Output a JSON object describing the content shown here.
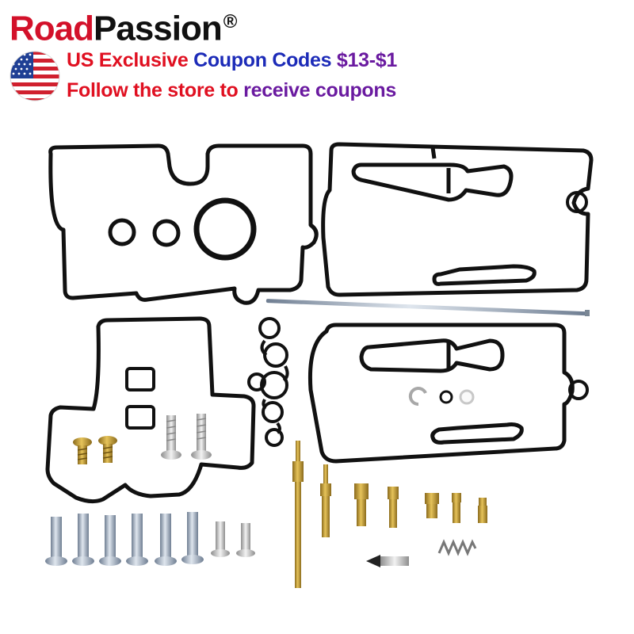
{
  "brand": {
    "name_part1": "Road",
    "name_part2": "Passion",
    "registered": "®"
  },
  "promo": {
    "line1": {
      "part1": "US Exclusive ",
      "part2": "Coupon Codes ",
      "part3": "$13-$1"
    },
    "line2": {
      "part1": "Follow the store to ",
      "part2": "receive coupons"
    }
  },
  "colors": {
    "brand_red": "#d3112a",
    "promo_red": "#e01021",
    "promo_blue": "#1c2bb8",
    "promo_purple": "#6a1aa0",
    "gasket": "#111111",
    "brass": "#c9a23a",
    "steel": "#b8c2cc"
  },
  "icons": [
    "us-flag-icon"
  ]
}
